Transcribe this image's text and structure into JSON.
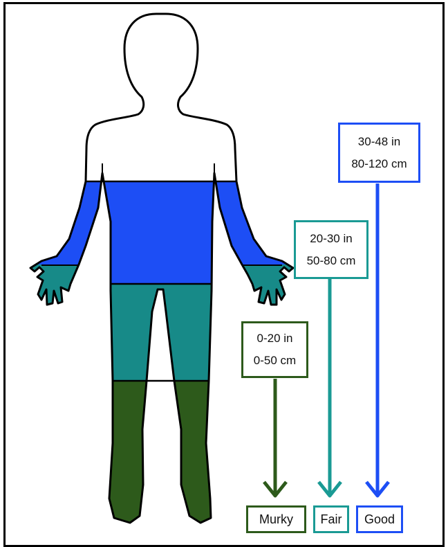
{
  "colors": {
    "good": "#1d4ef5",
    "fair": "#1a9a94",
    "fair_fill": "#178a88",
    "murky": "#2d5a1b",
    "outline": "#000000"
  },
  "levels": {
    "good": {
      "depth_in": "30-48 in",
      "depth_cm": "80-120 cm",
      "label": "Good"
    },
    "fair": {
      "depth_in": "20-30 in",
      "depth_cm": "50-80 cm",
      "label": "Fair"
    },
    "murky": {
      "depth_in": "0-20 in",
      "depth_cm": "0-50 cm",
      "label": "Murky"
    }
  }
}
